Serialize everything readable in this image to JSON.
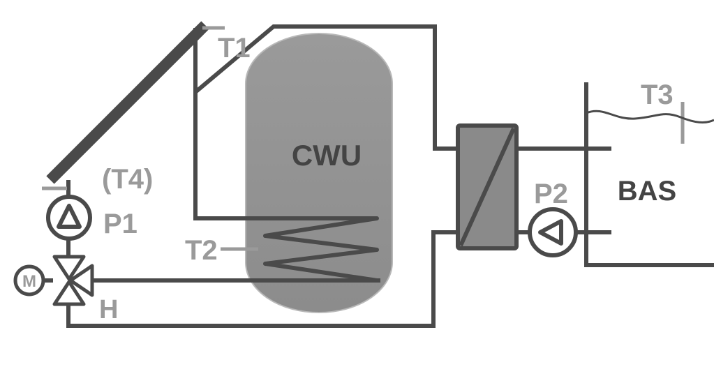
{
  "labels": {
    "tank": "CWU",
    "pool": "BAS",
    "sensor_t1": "T1",
    "sensor_t2": "T2",
    "sensor_t3": "T3",
    "sensor_t4": "(T4)",
    "pump_p1": "P1",
    "pump_p2": "P2",
    "valve_motor": "M",
    "valve_h": "H"
  },
  "colors": {
    "pipe": "#4a4a4a",
    "collector": "#4a4a4a",
    "tank_fill": "#979797",
    "exchanger_fill": "#8a8a8a",
    "label_dark": "#444444",
    "label_light": "#9a9a9a"
  },
  "icons": {
    "pump": "pump-circle-triangle-icon",
    "valve": "three-way-valve-icon",
    "motor": "motor-circle-icon",
    "exchanger": "heat-exchanger-icon",
    "coil": "heating-coil-icon"
  }
}
